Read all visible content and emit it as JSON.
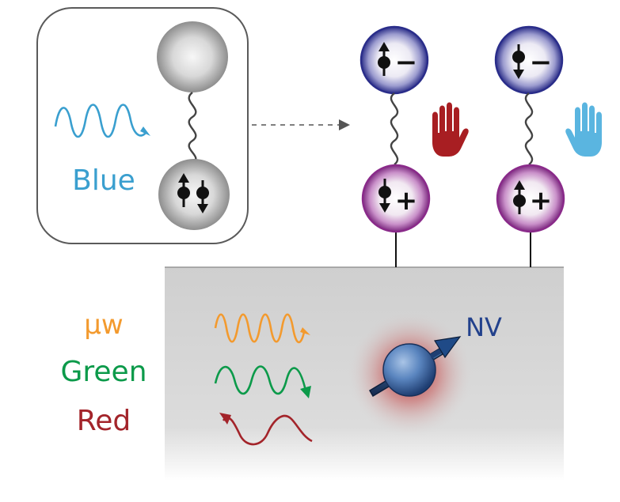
{
  "labels": {
    "blue": "Blue",
    "mw": "μw",
    "green": "Green",
    "red": "Red",
    "nv": "NV"
  },
  "symbols": {
    "minus": "−",
    "plus": "+"
  },
  "colors": {
    "blue_light": "#3a9fcf",
    "mw_orange": "#f39a2e",
    "green": "#0c9a4a",
    "red_dark": "#a3242a",
    "nv_blue": "#22418c",
    "hand_red": "#a81e22",
    "hand_blue": "#5ab5e0",
    "orbital_rim": "#2a2d8a",
    "orbital_rim_purple": "#8a2a8a",
    "gray_sphere": "#a0a0a0"
  },
  "icons": {
    "left_hand": "red-hand-icon",
    "right_hand": "blue-hand-icon",
    "spin_up_down": "spin-pair-icon"
  }
}
